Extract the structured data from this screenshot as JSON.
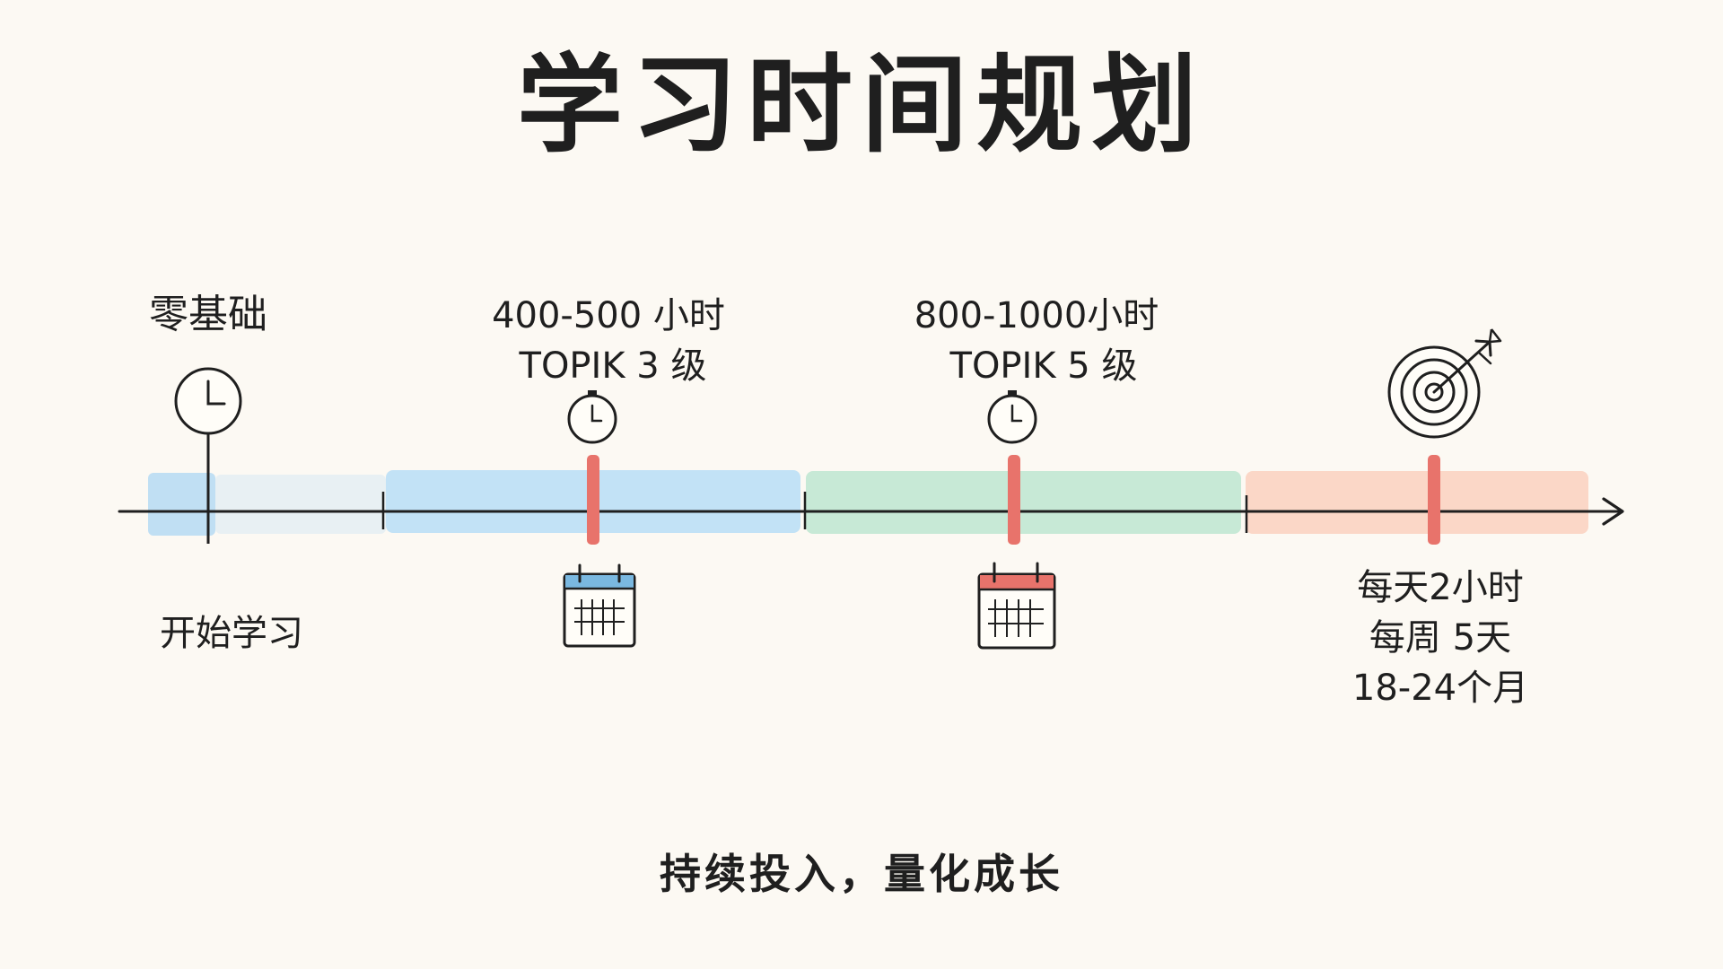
{
  "title": "学习时间规划",
  "milestones": [
    {
      "label": "零基础",
      "sublabel": "开始学习",
      "icon": "clock-icon"
    },
    {
      "line1": "400-500 小时",
      "line2": "TOPIK 3 级",
      "icon": "stopwatch-icon",
      "below_icon": "calendar-icon"
    },
    {
      "line1": "800-1000小时",
      "line2": "TOPIK 5 级",
      "icon": "stopwatch-icon",
      "below_icon": "calendar-icon"
    },
    {
      "icon": "target-icon",
      "details": [
        "每天2小时",
        "每周 5天",
        "18-24个月"
      ]
    }
  ],
  "segments": [
    {
      "color": "#b9dcf3"
    },
    {
      "color": "#bfe0f5"
    },
    {
      "color": "#c4e8d4"
    },
    {
      "color": "#fbd5c4"
    }
  ],
  "colors": {
    "marker": "#e8736b",
    "axis": "#1f1f1f",
    "calendar_blue": "#7ab8e0",
    "calendar_red": "#e8736b"
  },
  "footer": "持续投入，量化成长"
}
